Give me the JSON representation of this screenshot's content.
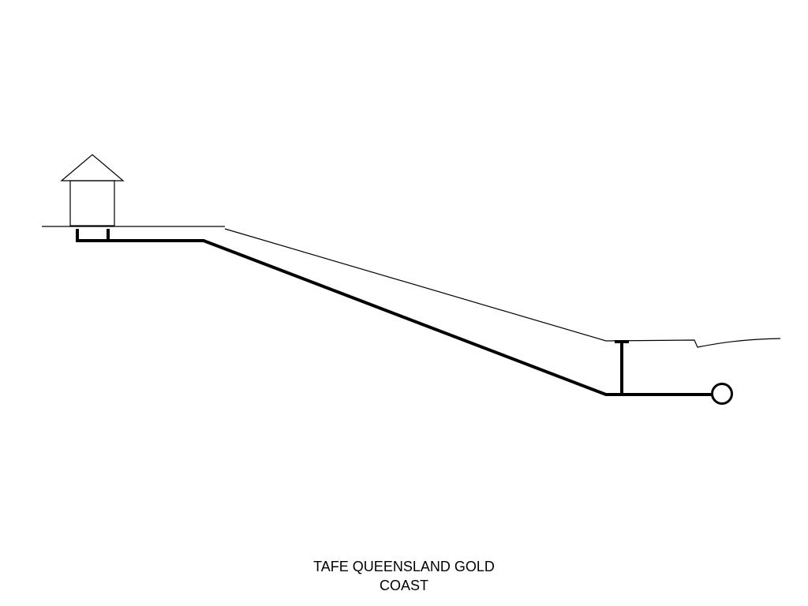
{
  "diagram": {
    "caption_line1": "TAFE QUEENSLAND GOLD",
    "caption_line2": "COAST",
    "line_color": "#000000",
    "background_color": "#ffffff",
    "elements": [
      "house-icon",
      "ground-profile",
      "sewer-pipe",
      "inspection-riser",
      "connection-point"
    ]
  }
}
